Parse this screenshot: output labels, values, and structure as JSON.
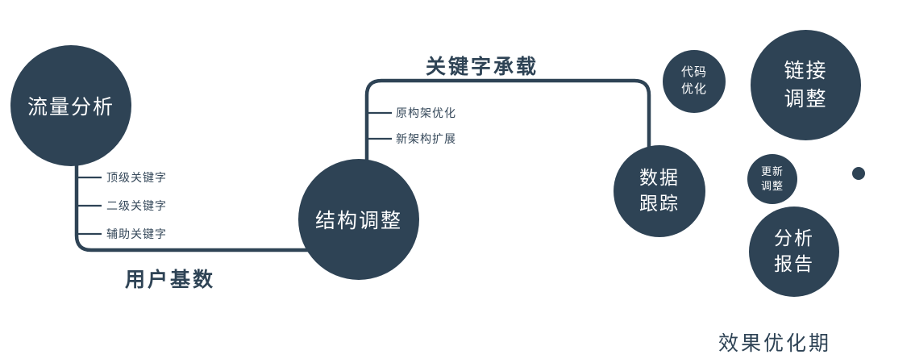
{
  "diagram": {
    "accent_color": "#2e4355",
    "nodes": {
      "traffic": {
        "label": "流量分析"
      },
      "structure": {
        "label": "结构调整"
      },
      "data_tracking": {
        "label": "数据跟踪"
      },
      "code_opt": {
        "label": "代码优化"
      },
      "link_adjust": {
        "label": "链接调整"
      },
      "update_adjust": {
        "label": "更新调整"
      },
      "analysis_report": {
        "label": "分析报告"
      }
    },
    "edge_labels": {
      "user_base": "用户基数",
      "keyword_carry": "关键字承载"
    },
    "branches": {
      "traffic": [
        "顶级关键字",
        "二级关键字",
        "辅助关键字"
      ],
      "structure": [
        "原构架优化",
        "新架构扩展"
      ]
    },
    "caption": "效果优化期"
  }
}
